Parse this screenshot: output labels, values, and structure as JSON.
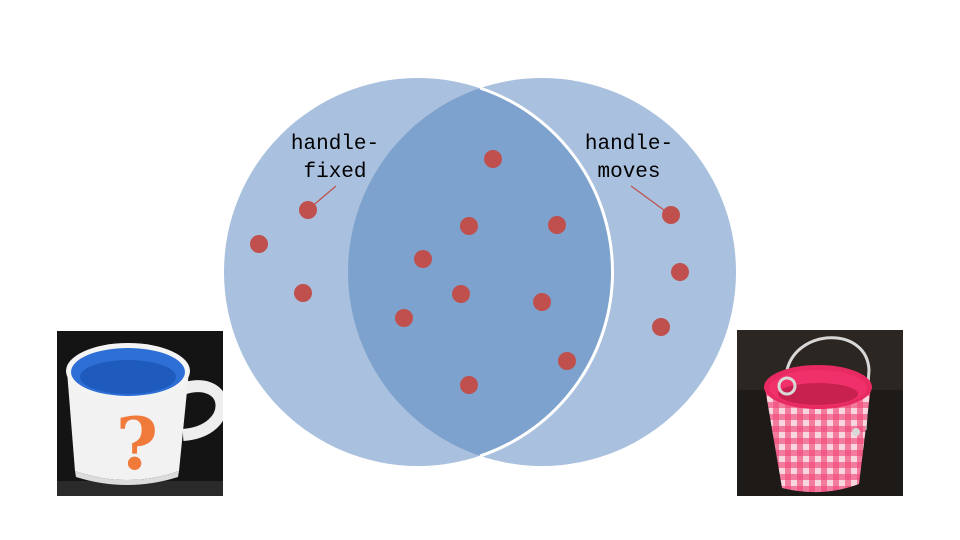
{
  "venn": {
    "left_label": [
      "handle-",
      "fixed"
    ],
    "right_label": [
      "handle-",
      "moves"
    ],
    "circle_fill": "#a9c0de",
    "overlap_fill": "#7da2cd",
    "outline_color": "#ffffff",
    "dot_color": "#c0504d",
    "leader_color": "#c0504d"
  },
  "images": {
    "left": {
      "icon": "mug-with-question-mark-photo",
      "mark": "?"
    },
    "right": {
      "icon": "pink-gingham-bucket-photo"
    }
  },
  "colors": {
    "mug_interior": "#2e6fd6",
    "mug_body": "#f2f2f2",
    "question_mark": "#f07a3a",
    "bucket_pink": "#f0306a",
    "photo_background": "#141414"
  }
}
